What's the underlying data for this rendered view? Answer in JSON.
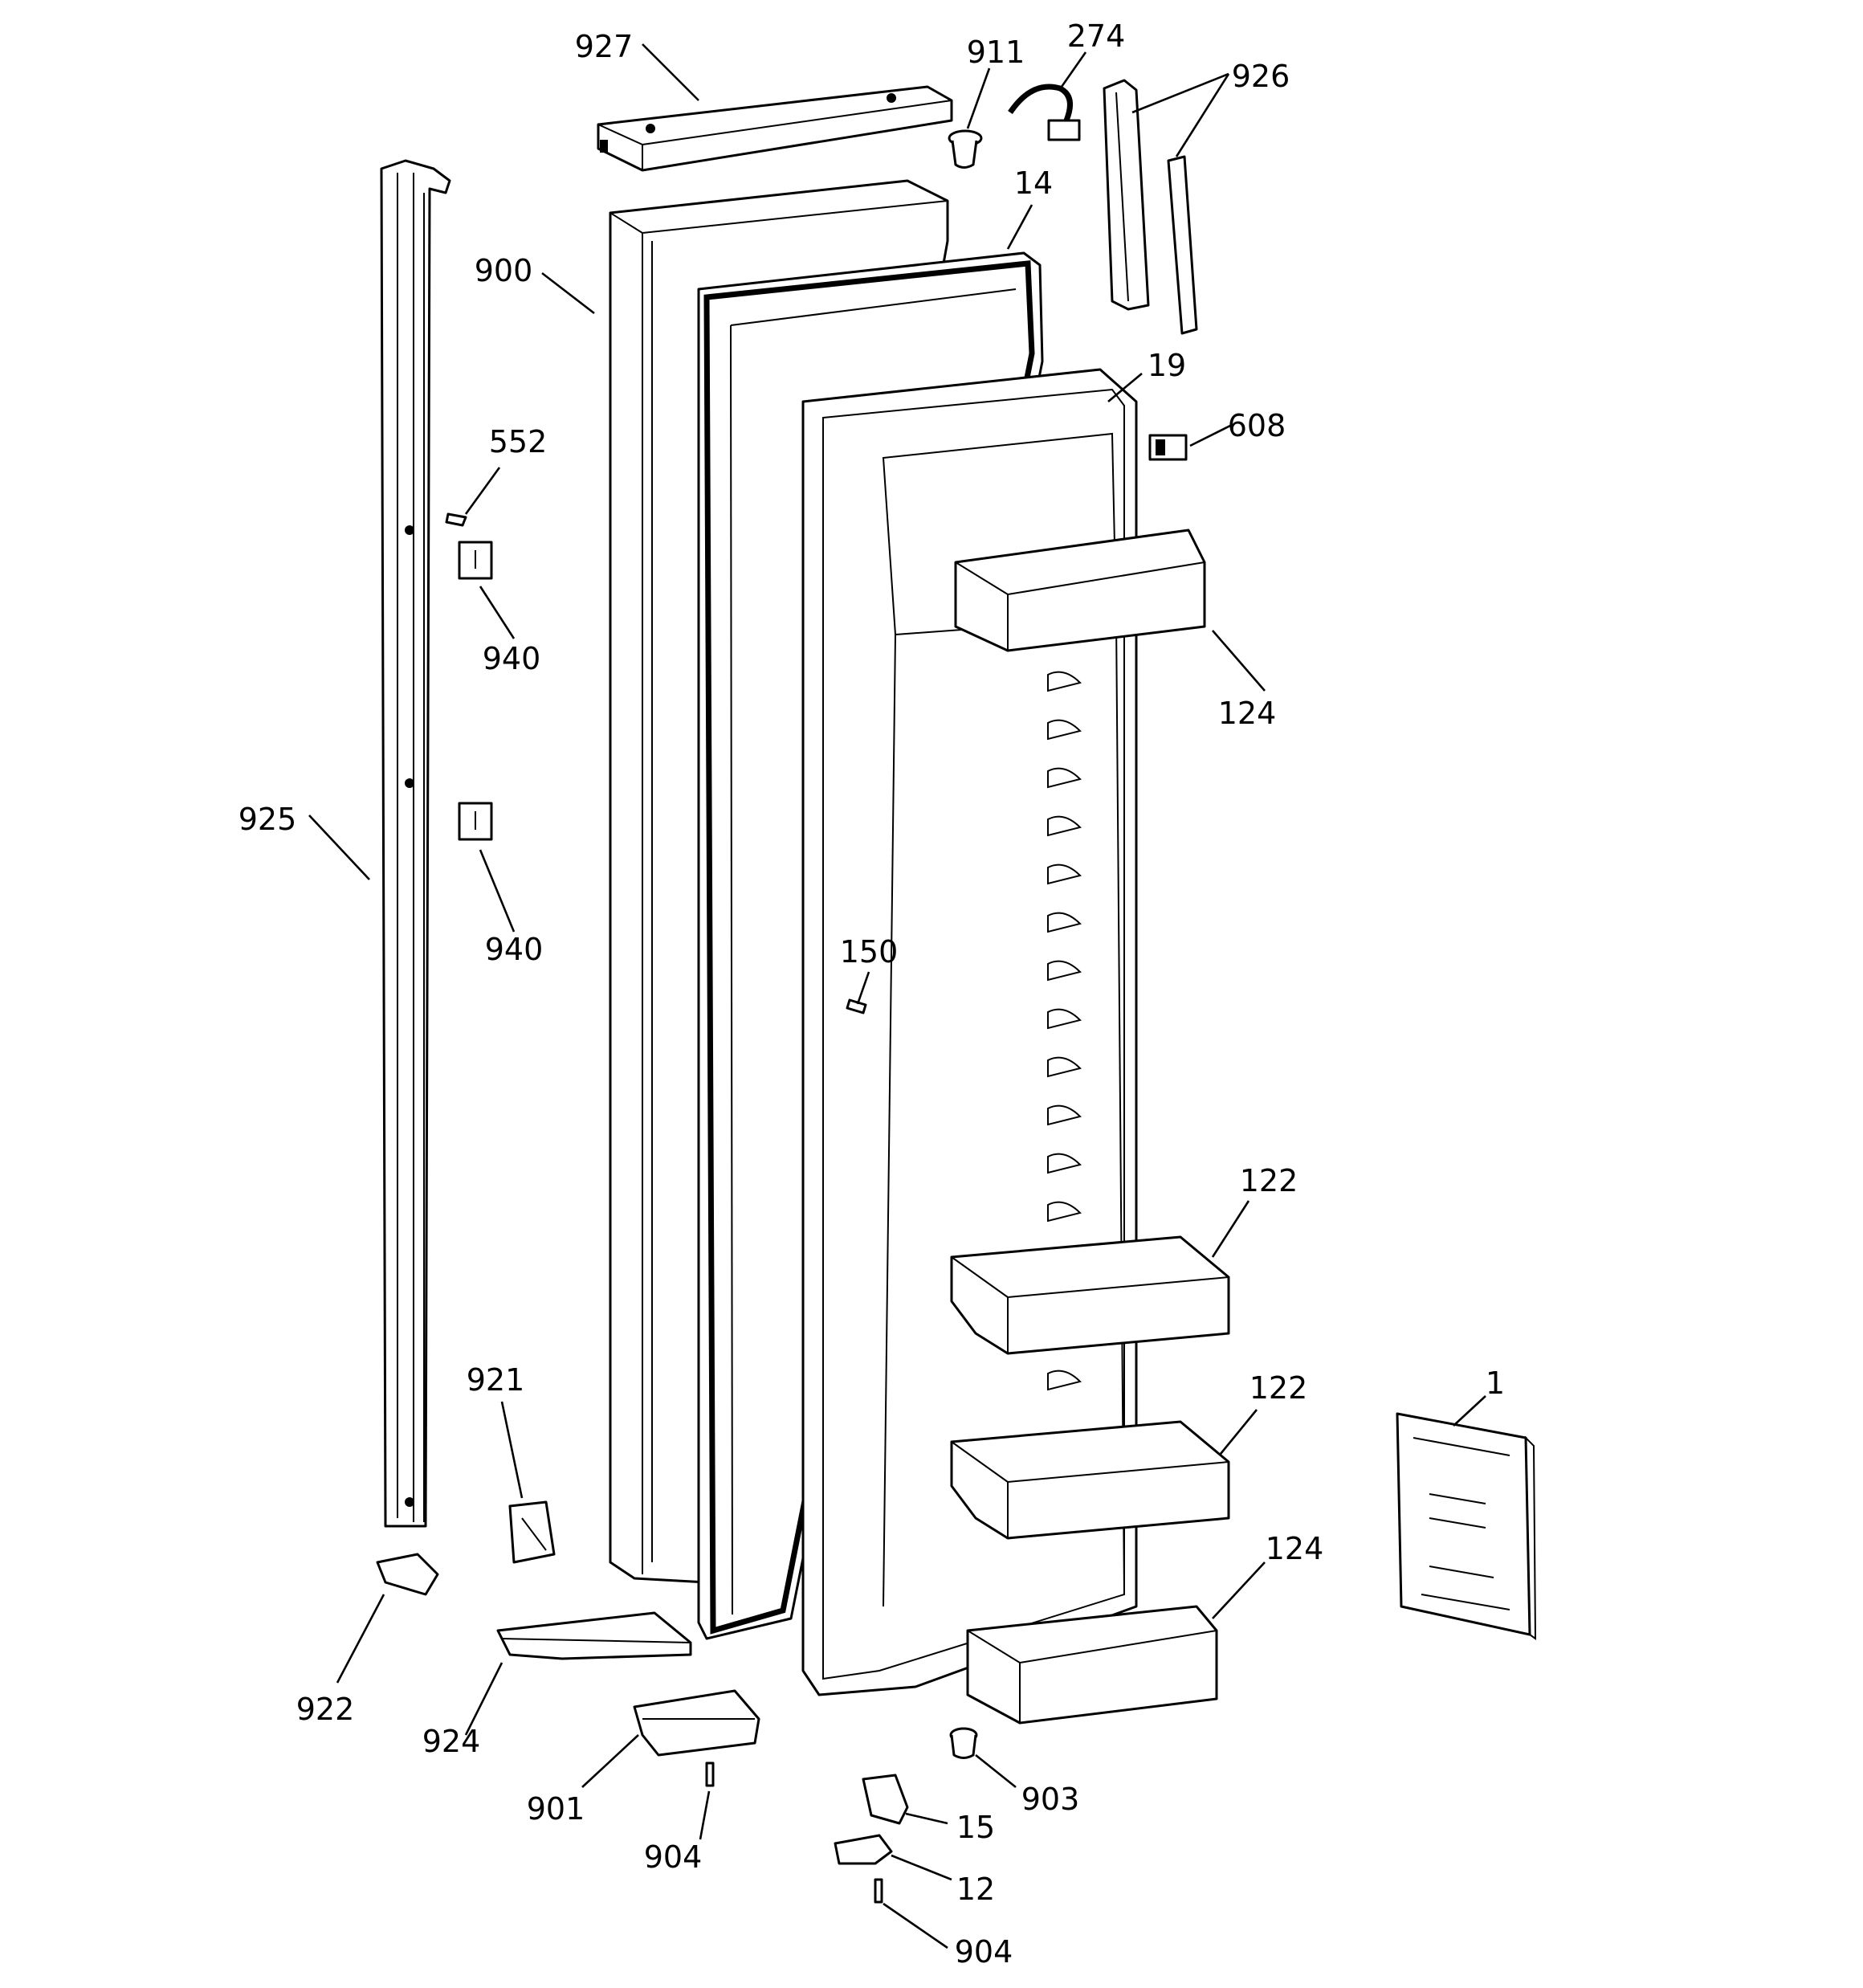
{
  "diagram": {
    "callouts": [
      {
        "id": "c927",
        "label": "927"
      },
      {
        "id": "c911",
        "label": "911"
      },
      {
        "id": "c274",
        "label": "274"
      },
      {
        "id": "c926",
        "label": "926"
      },
      {
        "id": "c14",
        "label": "14"
      },
      {
        "id": "c900",
        "label": "900"
      },
      {
        "id": "c19",
        "label": "19"
      },
      {
        "id": "c608",
        "label": "608"
      },
      {
        "id": "c552",
        "label": "552"
      },
      {
        "id": "c940a",
        "label": "940"
      },
      {
        "id": "c124a",
        "label": "124"
      },
      {
        "id": "c925",
        "label": "925"
      },
      {
        "id": "c940b",
        "label": "940"
      },
      {
        "id": "c150",
        "label": "150"
      },
      {
        "id": "c122a",
        "label": "122"
      },
      {
        "id": "c921",
        "label": "921"
      },
      {
        "id": "c1",
        "label": "1"
      },
      {
        "id": "c122b",
        "label": "122"
      },
      {
        "id": "c124b",
        "label": "124"
      },
      {
        "id": "c922",
        "label": "922"
      },
      {
        "id": "c924",
        "label": "924"
      },
      {
        "id": "c901",
        "label": "901"
      },
      {
        "id": "c903",
        "label": "903"
      },
      {
        "id": "c904a",
        "label": "904"
      },
      {
        "id": "c15",
        "label": "15"
      },
      {
        "id": "c12",
        "label": "12"
      },
      {
        "id": "c904b",
        "label": "904"
      }
    ]
  }
}
